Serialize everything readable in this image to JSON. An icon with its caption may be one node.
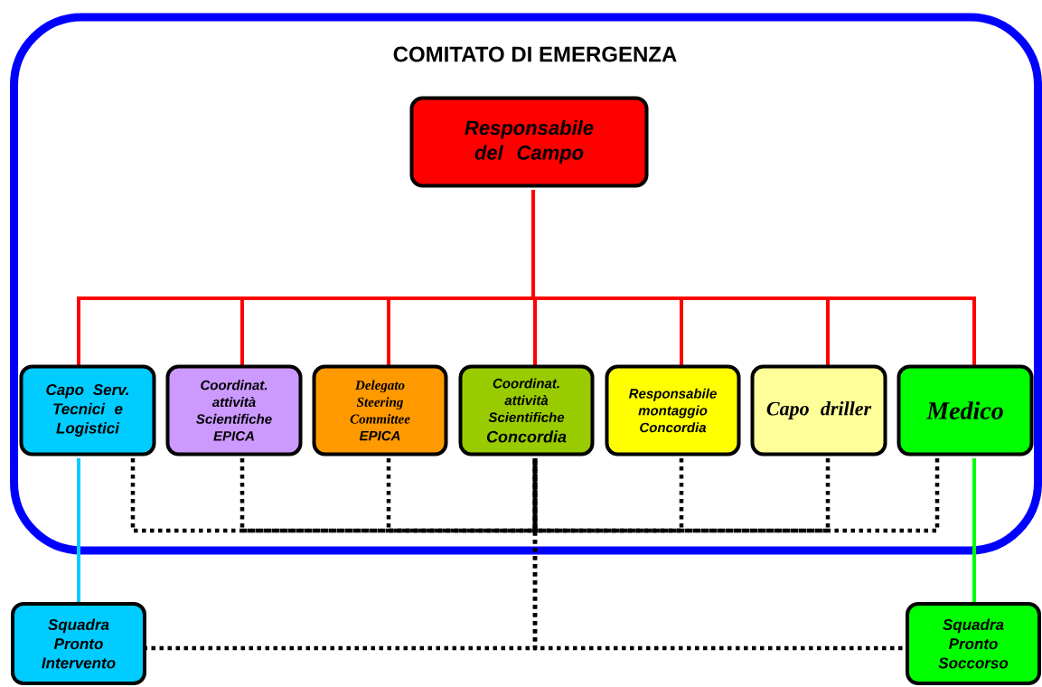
{
  "diagram": {
    "nodes": [
      {
        "text": [
          "COMITATO DI EMERGENZA"
        ]
      },
      {
        "text": [
          "Responsabile del Campo"
        ],
        "in": 0
      },
      {
        "text": [
          "Capo Serv. Tecnici e Logistici"
        ],
        "in": 0
      },
      {
        "text": [
          "Coordinat. attività Scientifiche EPICA"
        ],
        "in": 0
      },
      {
        "text": [
          "Delegato Steering Committee",
          "EPICA"
        ],
        "in": 0
      },
      {
        "text": [
          "Coordinat. attività Scientifiche",
          "Concordia"
        ],
        "in": 0
      },
      {
        "text": [
          "Responsabile montaggio Concordia"
        ],
        "in": 0
      },
      {
        "text": [
          "Capo driller"
        ],
        "in": 0
      },
      {
        "text": [
          "Medico"
        ],
        "in": 0
      },
      {
        "text": [
          "Squadra Pronto Intervento"
        ]
      },
      {
        "text": [
          "Squadra Pronto Soccorso"
        ]
      }
    ],
    "edges": [
      {
        "from": 1,
        "to": 2,
        "arrow": "none",
        "color": "#ff0000"
      },
      {
        "from": 1,
        "to": 3,
        "arrow": "none",
        "color": "#ff0000"
      },
      {
        "from": 1,
        "to": 4,
        "arrow": "none",
        "color": "#ff0000"
      },
      {
        "from": 1,
        "to": 5,
        "arrow": "none",
        "color": "#ff0000"
      },
      {
        "from": 1,
        "to": 6,
        "arrow": "none",
        "color": "#ff0000"
      },
      {
        "from": 1,
        "to": 7,
        "arrow": "none",
        "color": "#ff0000"
      },
      {
        "from": 1,
        "to": 8,
        "arrow": "none",
        "color": "#ff0000"
      },
      {
        "from": 2,
        "to": 9,
        "arrow": "none",
        "color": "#00ccff"
      },
      {
        "from": 8,
        "to": 10,
        "arrow": "none",
        "color": "#00ff00"
      },
      {
        "from": 2,
        "to": 5,
        "arrow": "none",
        "style": "dashed"
      },
      {
        "from": 3,
        "to": 5,
        "arrow": "none",
        "style": "dashed"
      },
      {
        "from": 4,
        "to": 5,
        "arrow": "none",
        "style": "dashed"
      },
      {
        "from": 6,
        "to": 5,
        "arrow": "none",
        "style": "dashed"
      },
      {
        "from": 7,
        "to": 5,
        "arrow": "none",
        "style": "dashed"
      },
      {
        "from": 8,
        "to": 5,
        "arrow": "none",
        "style": "dashed"
      },
      {
        "from": 5,
        "to": 9,
        "arrow": "none",
        "style": "dashed"
      },
      {
        "from": 5,
        "to": 10,
        "arrow": "none",
        "style": "dashed"
      }
    ]
  }
}
